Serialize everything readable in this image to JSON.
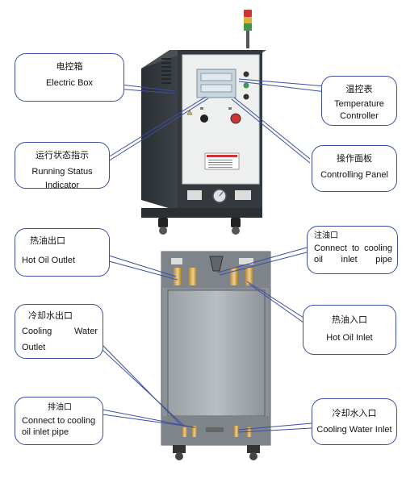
{
  "callouts": {
    "electric_box": {
      "zh": "电控箱",
      "en": "Electric Box"
    },
    "temperature_controller": {
      "zh": "温控表",
      "en": "Temperature Controller"
    },
    "running_status": {
      "zh": "运行状态指示",
      "en": "Running Status",
      "en_cut": "Indicator"
    },
    "controlling_panel": {
      "zh": "操作面板",
      "en": "Controlling Panel"
    },
    "hot_oil_outlet": {
      "zh": "热油出口",
      "en": "Hot Oil Outlet"
    },
    "cooling_oil_inlet_top": {
      "zh": "注油口",
      "en": "Connect to cooling oil inlet pipe"
    },
    "hot_oil_inlet": {
      "zh": "热油入口",
      "en": "Hot Oil Inlet"
    },
    "cooling_water_outlet": {
      "zh": "冷却水出口",
      "en_line1": "Cooling Water",
      "en_line2": "Outlet"
    },
    "cooling_oil_inlet_bottom": {
      "zh": "排油口",
      "en": "Connect to cooling oil inlet pipe"
    },
    "cooling_water_inlet": {
      "zh": "冷却水入口",
      "en": "Cooling Water Inlet"
    }
  },
  "colors": {
    "callout_border": "#3d4fa0",
    "leader_line": "#3d4fa0",
    "cabinet_dark": "#2f3438",
    "panel_light": "#eef0f0",
    "back_panel": "#5a6066"
  }
}
